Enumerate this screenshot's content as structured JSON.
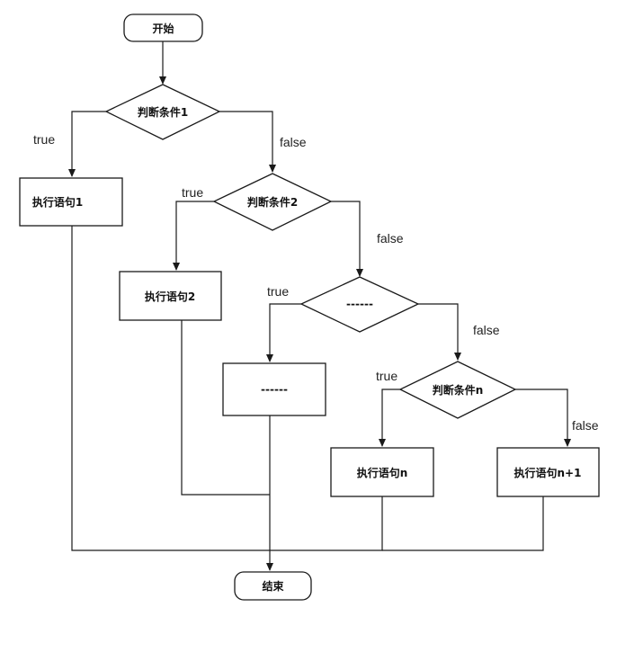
{
  "nodes": {
    "start": "开始",
    "cond1": "判断条件1",
    "stmt1": "执行语句1",
    "cond2": "判断条件2",
    "stmt2": "执行语句2",
    "cond3": "------",
    "stmt3": "------",
    "condn": "判断条件n",
    "stmtn": "执行语句n",
    "stmtn1": "执行语句n+1",
    "end": "结束"
  },
  "edges": {
    "true1": "true",
    "false1": "false",
    "true2": "true",
    "false2": "false",
    "true3": "true",
    "false3": "false",
    "truen": "true",
    "falsen": "false"
  }
}
